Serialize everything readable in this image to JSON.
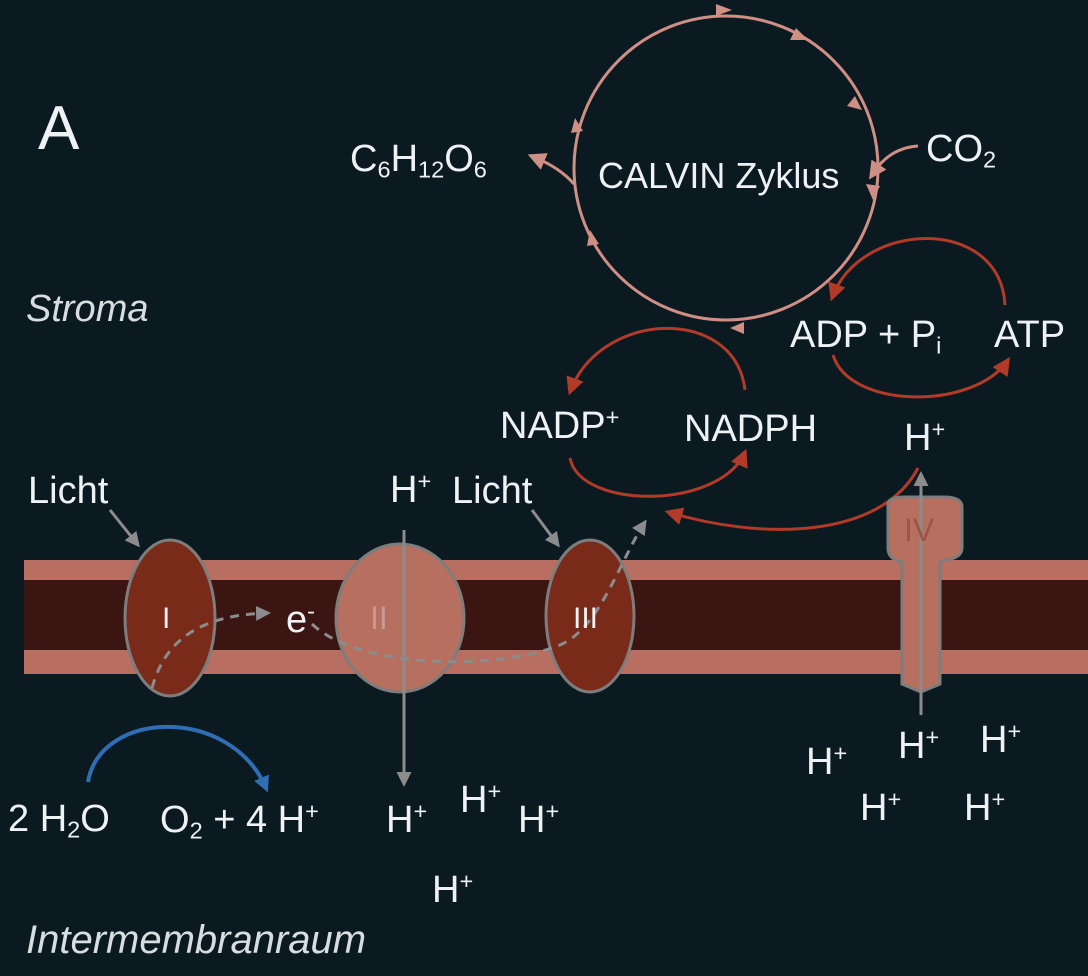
{
  "panel_label": "A",
  "regions": {
    "stroma": "Stroma",
    "intermembrane": "Intermembranraum"
  },
  "calvin": {
    "label": "CALVIN Zyklus",
    "output": {
      "base": "C6H12O6",
      "parts": [
        [
          "C",
          ""
        ],
        [
          "6",
          "sub"
        ],
        [
          "H",
          ""
        ],
        [
          "12",
          "sub"
        ],
        [
          "O",
          ""
        ],
        [
          "6",
          "sub"
        ]
      ]
    },
    "input": {
      "base": "CO2",
      "parts": [
        [
          "CO",
          ""
        ],
        [
          "2",
          "sub"
        ]
      ]
    }
  },
  "cofactors": {
    "adp": {
      "text": "ADP + Pi",
      "parts": [
        [
          "ADP + P",
          ""
        ],
        [
          "i",
          "sub"
        ]
      ]
    },
    "atp": "ATP",
    "nadp": {
      "text": "NADP+",
      "parts": [
        [
          "NADP",
          ""
        ],
        [
          "+",
          "sup"
        ]
      ]
    },
    "nadph": "NADPH"
  },
  "light": {
    "label1": "Licht",
    "label2": "Licht"
  },
  "complexes": {
    "c1": "I",
    "c2": "II",
    "c3": "III",
    "c4": "IV"
  },
  "electron": {
    "text": "e-",
    "parts": [
      [
        "e",
        ""
      ],
      [
        "-",
        "sup"
      ]
    ]
  },
  "water_split": {
    "reactant": {
      "text": "2 H2O",
      "parts": [
        [
          "2 H",
          ""
        ],
        [
          "2",
          "sub"
        ],
        [
          "O",
          ""
        ]
      ]
    },
    "product": {
      "text": "O2 + 4 H+",
      "parts": [
        [
          "O",
          ""
        ],
        [
          "2",
          "sub"
        ],
        [
          " + 4 H",
          ""
        ],
        [
          "+",
          "sup"
        ]
      ]
    }
  },
  "proton": {
    "text": "H+",
    "parts": [
      [
        "H",
        ""
      ],
      [
        "+",
        "sup"
      ]
    ]
  },
  "colors": {
    "background": "#0b1a21",
    "membrane_outer": "#b86e60",
    "membrane_inner": "#3a1512",
    "complex_dark": "#7a2a18",
    "complex_light": "#b7705f",
    "calvin_cycle": "#cf8f84",
    "red_arrow": "#b23a28",
    "blue_arrow": "#2f6eb5",
    "grey": "#8c8c8c",
    "text": "#eef2f4"
  }
}
